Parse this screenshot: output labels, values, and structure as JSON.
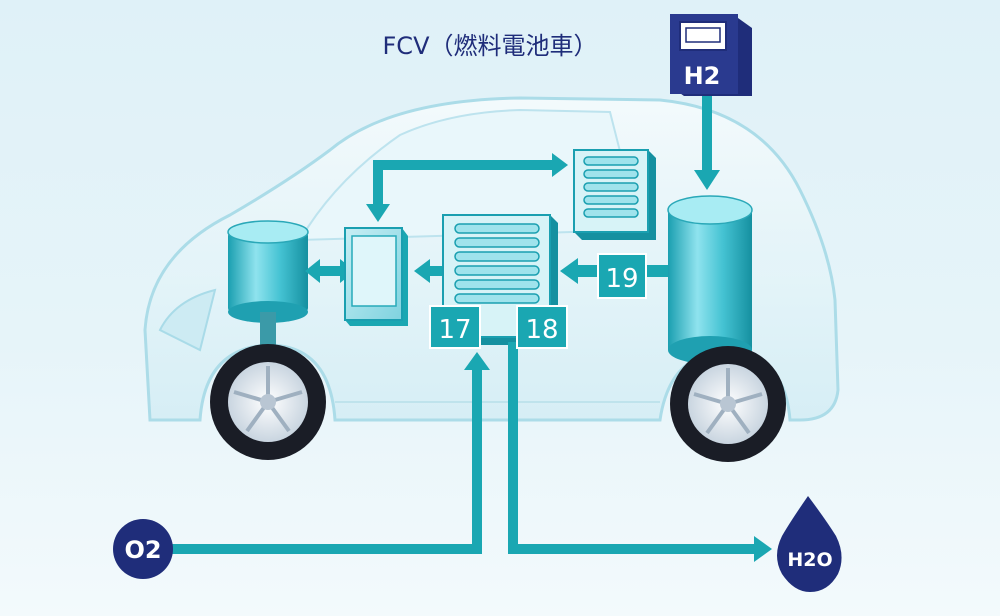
{
  "title": "FCV（燃料電池車）",
  "labels": {
    "hydrogen_station": "H2",
    "oxygen": "O2",
    "water": "H2O",
    "box_17": "17",
    "box_18": "18",
    "box_19": "19"
  },
  "colors": {
    "navy": "#1f2d7a",
    "teal": "#1aa7b2",
    "tank": "#3fbfd0",
    "car_outline": "#b8e4ee",
    "background": "#e3f3f8"
  },
  "icons": [
    "hydrogen-station-icon",
    "oxygen-bubble-icon",
    "water-drop-icon",
    "motor-icon",
    "hydrogen-tank-icon",
    "battery-icon",
    "fuel-cell-stack-icon",
    "wheel-icon"
  ]
}
